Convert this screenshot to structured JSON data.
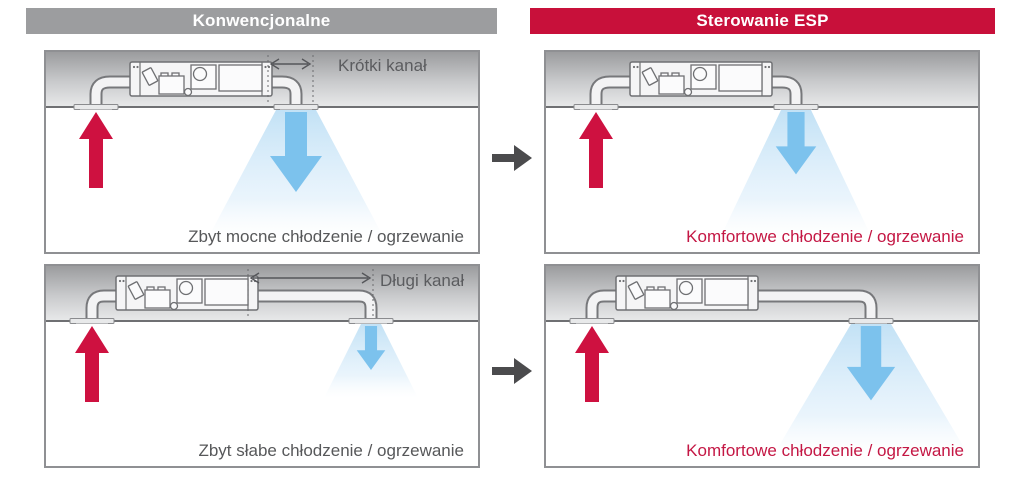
{
  "headers": {
    "conventional": "Konwencjonalne",
    "esp": "Sterowanie ESP"
  },
  "panels": [
    {
      "column": "conventional",
      "duct_label": "Krótki kanał",
      "caption": "Zbyt mocne chłodzenie / ogrzewanie",
      "caption_color": "#57585a",
      "supply_airflow": "too-strong"
    },
    {
      "column": "esp",
      "duct_label": "",
      "caption": "Komfortowe chłodzenie / ogrzewanie",
      "caption_color": "#c41744",
      "supply_airflow": "comfortable"
    },
    {
      "column": "conventional",
      "duct_label": "Długi kanał",
      "caption": "Zbyt słabe chłodzenie / ogrzewanie",
      "caption_color": "#57585a",
      "supply_airflow": "too-weak"
    },
    {
      "column": "esp",
      "duct_label": "",
      "caption": "Komfortowe chłodzenie / ogrzewanie",
      "caption_color": "#c41744",
      "supply_airflow": "comfortable"
    }
  ],
  "icons": {
    "return_air": "up-arrow-icon",
    "supply_air": "down-arrow-icon",
    "transition": "right-arrow-icon",
    "duct_length_measure": "double-headed-arrow-icon"
  },
  "colors": {
    "header_gray": "#9c9d9f",
    "brand_red": "#c8103a",
    "return_arrow_red": "#ce1140",
    "supply_arrow_blue": "#7cc2ed",
    "airflow_cone_blue": "#c9e4f7",
    "caption_gray": "#57585a",
    "caption_red": "#c41744",
    "transition_arrow_gray": "#4b4b4d"
  }
}
